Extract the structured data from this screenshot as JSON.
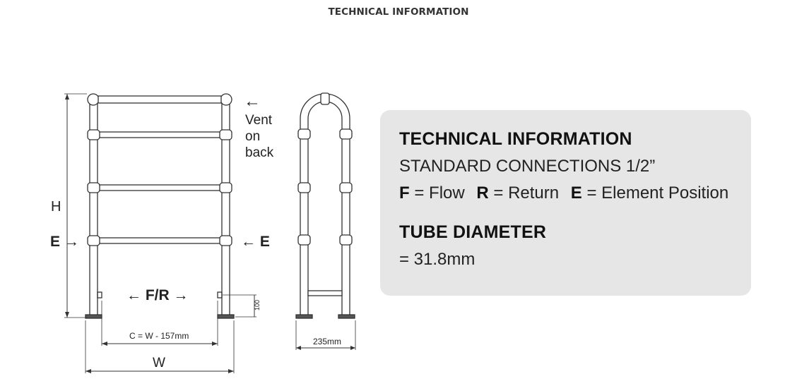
{
  "header": {
    "title": "TECHNICAL INFORMATION"
  },
  "diagram": {
    "vent_arrow": "←",
    "vent_label": [
      "Vent",
      "on",
      "back"
    ],
    "height_label": "H",
    "element_left": "E →",
    "element_right": "← E",
    "flow_return": "← F/R →",
    "center_label": "C = W - 157mm",
    "width_label": "W",
    "side_depth": "235mm",
    "valve_height": "100"
  },
  "info": {
    "title": "TECHNICAL INFORMATION",
    "connections": "STANDARD CONNECTIONS 1/2”",
    "legend": [
      {
        "key": "F",
        "text": "= Flow"
      },
      {
        "key": "R",
        "text": "= Return"
      },
      {
        "key": "E",
        "text": "= Element Position"
      }
    ],
    "tube_title": "TUBE DIAMETER",
    "tube_value": "= 31.8mm"
  },
  "colors": {
    "card_bg": "#e6e6e6",
    "line": "#333333"
  }
}
